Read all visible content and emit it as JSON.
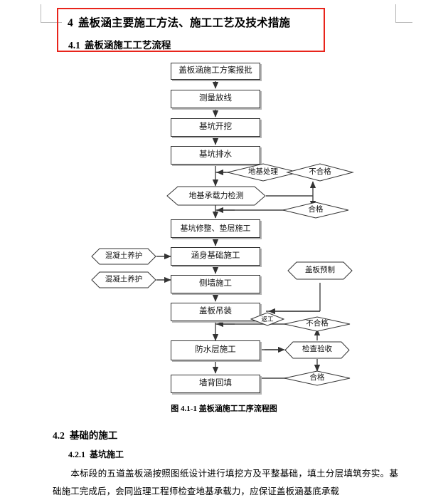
{
  "document": {
    "heading1": {
      "number": "4",
      "text": "盖板涵主要施工方法、施工工艺及技术措施"
    },
    "heading2": {
      "number": "4.1",
      "text": "盖板涵施工工艺流程"
    },
    "figure_caption": "图 4.1-1 盖板涵施工工序流程图",
    "heading_42": {
      "number": "4.2",
      "text": "基础的施工"
    },
    "heading_421": {
      "number": "4.2.1",
      "text": "基坑施工"
    },
    "paragraph": "本标段的五道盖板涵按照图纸设计进行填挖方及平整基础，填土分层填筑夯实。基础施工完成后，会同监理工程师检查地基承载力，应保证盖板涵基底承载"
  },
  "colors": {
    "highlight_border": "#e8241b",
    "node_border": "#333333",
    "node_shadow": "#b5b5b5",
    "connector": "#444444",
    "corner_mark": "#b9b9b9"
  },
  "flowchart": {
    "title": "盖板涵施工工序流程图",
    "nodes": [
      {
        "id": "n1",
        "label": "盖板涵施工方案报批",
        "shape": "rect"
      },
      {
        "id": "n2",
        "label": "测量放线",
        "shape": "rect"
      },
      {
        "id": "n3",
        "label": "基坑开挖",
        "shape": "rect"
      },
      {
        "id": "n4",
        "label": "基坑排水",
        "shape": "rect"
      },
      {
        "id": "n5",
        "label": "地基处理",
        "shape": "diamond"
      },
      {
        "id": "n6",
        "label": "不合格",
        "shape": "diamond"
      },
      {
        "id": "n7",
        "label": "地基承载力检测",
        "shape": "hexagon"
      },
      {
        "id": "n8",
        "label": "合格",
        "shape": "diamond"
      },
      {
        "id": "n9",
        "label": "基坑修整、垫层施工",
        "shape": "rect"
      },
      {
        "id": "n10",
        "label": "混凝土养护",
        "shape": "hexagon"
      },
      {
        "id": "n11",
        "label": "涵身基础施工",
        "shape": "rect"
      },
      {
        "id": "n12",
        "label": "混凝土养护",
        "shape": "hexagon"
      },
      {
        "id": "n13",
        "label": "侧墙施工",
        "shape": "rect"
      },
      {
        "id": "n14",
        "label": "盖板预制",
        "shape": "hexagon"
      },
      {
        "id": "n15",
        "label": "盖板吊装",
        "shape": "rect"
      },
      {
        "id": "n16",
        "label": "返工",
        "shape": "diamond"
      },
      {
        "id": "n17",
        "label": "不合格",
        "shape": "diamond"
      },
      {
        "id": "n18",
        "label": "防水层施工",
        "shape": "rect"
      },
      {
        "id": "n19",
        "label": "检查验收",
        "shape": "hexagon"
      },
      {
        "id": "n20",
        "label": "合格",
        "shape": "diamond"
      },
      {
        "id": "n21",
        "label": "墙背回填",
        "shape": "rect"
      }
    ]
  }
}
